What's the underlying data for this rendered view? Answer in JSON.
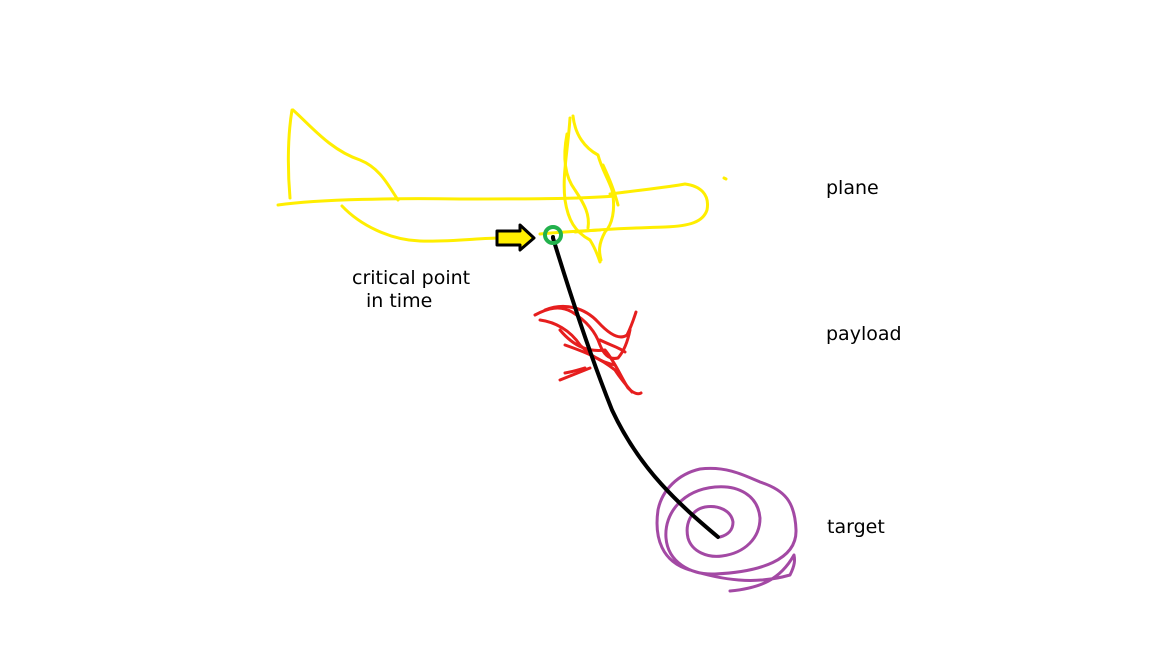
{
  "labels": {
    "plane": "plane",
    "payload": "payload",
    "target": "target",
    "critical_line1": "critical point",
    "critical_line2": "in time"
  },
  "colors": {
    "background": "#ffffff",
    "plane": "#ffee00",
    "payload": "#e61e1e",
    "target": "#a349a4",
    "trajectory": "#000000",
    "critical_marker": "#22b14c",
    "pointer_arrow_outline": "#000000",
    "pointer_arrow_fill": "#ffee00"
  },
  "icons": {
    "plane": "plane-sketch",
    "payload": "payload-scribble",
    "target": "spiral-target",
    "critical_marker": "circle-marker",
    "pointer": "arrow-right"
  }
}
